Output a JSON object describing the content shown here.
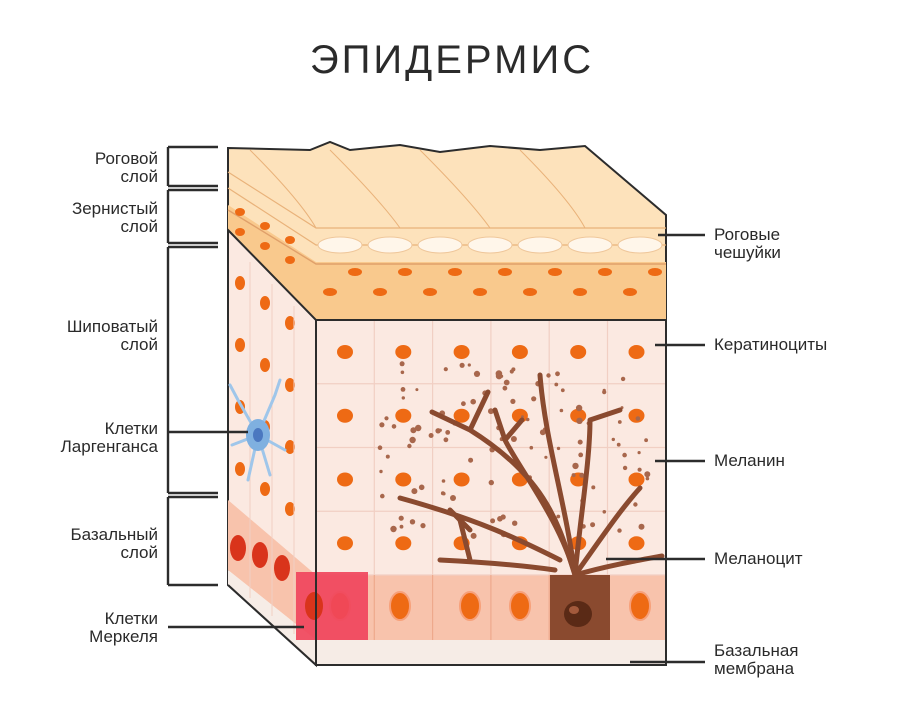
{
  "title": "ЭПИДЕРМИС",
  "left_labels": [
    {
      "id": "stratum-corneum",
      "lines": [
        "Роговой",
        "слой"
      ]
    },
    {
      "id": "stratum-granulosum",
      "lines": [
        "Зернистый",
        "слой"
      ]
    },
    {
      "id": "stratum-spinosum",
      "lines": [
        "Шиповатый",
        "слой"
      ]
    },
    {
      "id": "langerhans-cells",
      "lines": [
        "Клетки",
        "Ларгенганса"
      ]
    },
    {
      "id": "stratum-basale",
      "lines": [
        "Базальный",
        "слой"
      ]
    },
    {
      "id": "merkel-cells",
      "lines": [
        "Клетки",
        "Меркеля"
      ]
    }
  ],
  "right_labels": [
    {
      "id": "horny-scales",
      "lines": [
        "Роговые",
        "чешуйки"
      ]
    },
    {
      "id": "keratinocytes",
      "lines": [
        "Кератиноциты"
      ]
    },
    {
      "id": "melanin",
      "lines": [
        "Меланин"
      ]
    },
    {
      "id": "melanocyte",
      "lines": [
        "Меланоцит"
      ]
    },
    {
      "id": "basal-membrane",
      "lines": [
        "Базальная",
        "мембрана"
      ]
    }
  ],
  "colors": {
    "outline": "#2c2c2c",
    "horny": "#fde2bb",
    "granular": "#f9c98d",
    "spinous": "#fbe9e1",
    "basal": "#f8c3ac",
    "nucleus": "#ee6a14",
    "melanocyte": "#8a4a2f",
    "merkel": "#f0455c",
    "langerhans": "#9fc6ea",
    "membrane": "#f6ece6"
  }
}
